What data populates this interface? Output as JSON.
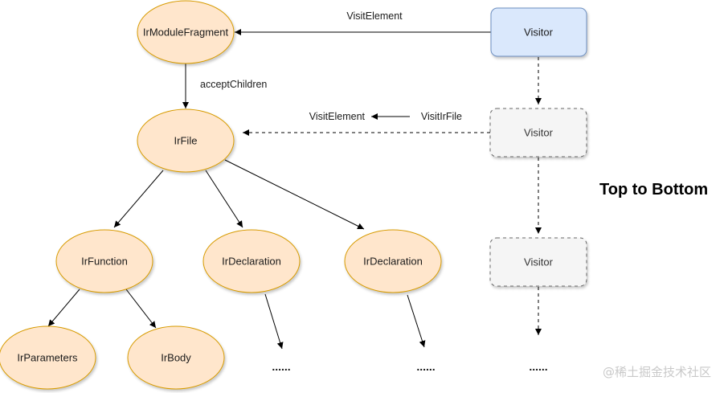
{
  "heading": "Top to Bottom",
  "watermark": "@稀土掘金技术社区",
  "colors": {
    "node_fill": "#ffe6cc",
    "node_stroke": "#d79b00",
    "visitor_main_fill": "#dae8fc",
    "visitor_main_stroke": "#6c8ebf",
    "visitor_ghost_fill": "#f5f5f5",
    "visitor_ghost_stroke": "#666666"
  },
  "nodes": {
    "module_fragment": "IrModuleFragment",
    "file": "IrFile",
    "function": "IrFunction",
    "declaration_1": "IrDeclaration",
    "declaration_2": "IrDeclaration",
    "parameters": "IrParameters",
    "body": "IrBody"
  },
  "visitors": {
    "primary": "Visitor",
    "secondary": "Visitor",
    "tertiary": "Visitor"
  },
  "edge_labels": {
    "visit_element_top": "VisitElement",
    "accept_children": "acceptChildren",
    "visit_element_mid": "VisitElement",
    "visit_ir_file": "VisitIrFile"
  },
  "ellipses": {
    "declaration_1_more": "......",
    "declaration_2_more": "......",
    "visitor_more": "......"
  }
}
